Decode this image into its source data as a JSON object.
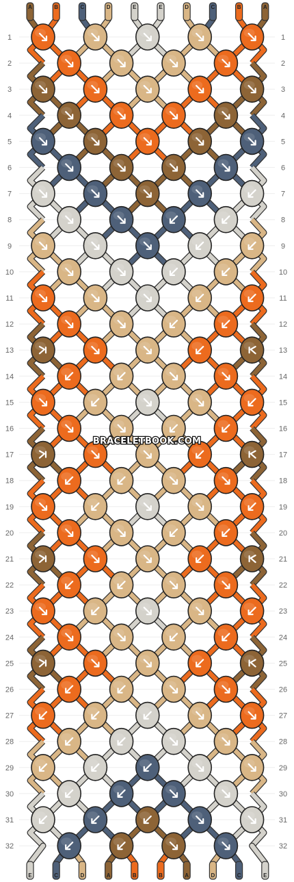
{
  "site_watermark": "BRACELETBOOK.COM",
  "colors": {
    "A": "#8d6436",
    "B": "#ec6b1e",
    "C": "#4e6079",
    "D": "#d9b686",
    "E": "#d4d2cb"
  },
  "top_strands": [
    "A",
    "B",
    "C",
    "D",
    "E",
    "E",
    "D",
    "C",
    "B",
    "A"
  ],
  "bottom_strands": [
    "E",
    "C",
    "D",
    "A",
    "B",
    "B",
    "A",
    "D",
    "C",
    "E"
  ],
  "row_numbers": [
    "1",
    "2",
    "3",
    "4",
    "5",
    "6",
    "7",
    "8",
    "9",
    "10",
    "11",
    "12",
    "13",
    "14",
    "15",
    "16",
    "17",
    "18",
    "19",
    "20",
    "21",
    "22",
    "23",
    "24",
    "25",
    "26",
    "27",
    "28",
    "29",
    "30",
    "31",
    "32"
  ],
  "knot_rows": [
    {
      "row": 1,
      "knots": [
        {
          "color": "B",
          "dir": "dr"
        },
        {
          "color": "D",
          "dir": "dr"
        },
        {
          "color": "E",
          "dir": "dr"
        },
        {
          "color": "D",
          "dir": "dr"
        },
        {
          "color": "B",
          "dir": "dr"
        }
      ]
    },
    {
      "row": 2,
      "knots": [
        {
          "color": "B",
          "dir": "dr"
        },
        {
          "color": "D",
          "dir": "dr"
        },
        {
          "color": "D",
          "dir": "dr"
        },
        {
          "color": "B",
          "dir": "dr"
        }
      ]
    },
    {
      "row": 3,
      "knots": [
        {
          "color": "A",
          "dir": "dr"
        },
        {
          "color": "B",
          "dir": "dr"
        },
        {
          "color": "D",
          "dir": "dr"
        },
        {
          "color": "B",
          "dir": "dr"
        },
        {
          "color": "A",
          "dir": "dr"
        }
      ]
    },
    {
      "row": 4,
      "knots": [
        {
          "color": "A",
          "dir": "dr"
        },
        {
          "color": "B",
          "dir": "dr"
        },
        {
          "color": "B",
          "dir": "dr"
        },
        {
          "color": "A",
          "dir": "dr"
        }
      ]
    },
    {
      "row": 5,
      "knots": [
        {
          "color": "C",
          "dir": "dr"
        },
        {
          "color": "A",
          "dir": "dr"
        },
        {
          "color": "B",
          "dir": "dr"
        },
        {
          "color": "A",
          "dir": "dr"
        },
        {
          "color": "C",
          "dir": "dr"
        }
      ]
    },
    {
      "row": 6,
      "knots": [
        {
          "color": "C",
          "dir": "dr"
        },
        {
          "color": "A",
          "dir": "dr"
        },
        {
          "color": "A",
          "dir": "dr"
        },
        {
          "color": "C",
          "dir": "dr"
        }
      ]
    },
    {
      "row": 7,
      "knots": [
        {
          "color": "E",
          "dir": "dr"
        },
        {
          "color": "C",
          "dir": "dr"
        },
        {
          "color": "A",
          "dir": "dr"
        },
        {
          "color": "C",
          "dir": "dr"
        },
        {
          "color": "E",
          "dir": "dl"
        }
      ]
    },
    {
      "row": 8,
      "knots": [
        {
          "color": "E",
          "dir": "dr"
        },
        {
          "color": "C",
          "dir": "dr"
        },
        {
          "color": "C",
          "dir": "dl"
        },
        {
          "color": "E",
          "dir": "dl"
        }
      ]
    },
    {
      "row": 9,
      "knots": [
        {
          "color": "D",
          "dir": "dr"
        },
        {
          "color": "E",
          "dir": "dr"
        },
        {
          "color": "C",
          "dir": "dr"
        },
        {
          "color": "E",
          "dir": "dl"
        },
        {
          "color": "D",
          "dir": "dl"
        }
      ]
    },
    {
      "row": 10,
      "knots": [
        {
          "color": "D",
          "dir": "dr"
        },
        {
          "color": "E",
          "dir": "dr"
        },
        {
          "color": "E",
          "dir": "dl"
        },
        {
          "color": "D",
          "dir": "dl"
        }
      ]
    },
    {
      "row": 11,
      "knots": [
        {
          "color": "B",
          "dir": "dr"
        },
        {
          "color": "D",
          "dir": "dr"
        },
        {
          "color": "E",
          "dir": "dr"
        },
        {
          "color": "D",
          "dir": "dl"
        },
        {
          "color": "B",
          "dir": "dl"
        }
      ]
    },
    {
      "row": 12,
      "knots": [
        {
          "color": "B",
          "dir": "dr"
        },
        {
          "color": "D",
          "dir": "dr"
        },
        {
          "color": "D",
          "dir": "dl"
        },
        {
          "color": "B",
          "dir": "dl"
        }
      ]
    },
    {
      "row": 13,
      "knots": [
        {
          "color": "A",
          "dir": "r"
        },
        {
          "color": "B",
          "dir": "dr"
        },
        {
          "color": "D",
          "dir": "dr"
        },
        {
          "color": "B",
          "dir": "dl"
        },
        {
          "color": "A",
          "dir": "l"
        }
      ]
    },
    {
      "row": 14,
      "knots": [
        {
          "color": "B",
          "dir": "dl"
        },
        {
          "color": "D",
          "dir": "dl"
        },
        {
          "color": "D",
          "dir": "dr"
        },
        {
          "color": "B",
          "dir": "dr"
        }
      ]
    },
    {
      "row": 15,
      "knots": [
        {
          "color": "B",
          "dir": "dr"
        },
        {
          "color": "D",
          "dir": "dl"
        },
        {
          "color": "E",
          "dir": "dr"
        },
        {
          "color": "D",
          "dir": "dr"
        },
        {
          "color": "B",
          "dir": "dl"
        }
      ]
    },
    {
      "row": 16,
      "knots": [
        {
          "color": "B",
          "dir": "dr"
        },
        {
          "color": "D",
          "dir": "dr"
        },
        {
          "color": "D",
          "dir": "dl"
        },
        {
          "color": "B",
          "dir": "dl"
        }
      ]
    },
    {
      "row": 17,
      "knots": [
        {
          "color": "A",
          "dir": "r"
        },
        {
          "color": "B",
          "dir": "dr"
        },
        {
          "color": "D",
          "dir": "dr"
        },
        {
          "color": "B",
          "dir": "dl"
        },
        {
          "color": "A",
          "dir": "l"
        }
      ]
    },
    {
      "row": 18,
      "knots": [
        {
          "color": "B",
          "dir": "dl"
        },
        {
          "color": "D",
          "dir": "dl"
        },
        {
          "color": "D",
          "dir": "dr"
        },
        {
          "color": "B",
          "dir": "dr"
        }
      ]
    },
    {
      "row": 19,
      "knots": [
        {
          "color": "B",
          "dir": "dr"
        },
        {
          "color": "D",
          "dir": "dl"
        },
        {
          "color": "E",
          "dir": "dr"
        },
        {
          "color": "D",
          "dir": "dr"
        },
        {
          "color": "B",
          "dir": "dl"
        }
      ]
    },
    {
      "row": 20,
      "knots": [
        {
          "color": "B",
          "dir": "dr"
        },
        {
          "color": "D",
          "dir": "dr"
        },
        {
          "color": "D",
          "dir": "dl"
        },
        {
          "color": "B",
          "dir": "dl"
        }
      ]
    },
    {
      "row": 21,
      "knots": [
        {
          "color": "A",
          "dir": "r"
        },
        {
          "color": "B",
          "dir": "dr"
        },
        {
          "color": "D",
          "dir": "dr"
        },
        {
          "color": "B",
          "dir": "dl"
        },
        {
          "color": "A",
          "dir": "l"
        }
      ]
    },
    {
      "row": 22,
      "knots": [
        {
          "color": "B",
          "dir": "dl"
        },
        {
          "color": "D",
          "dir": "dl"
        },
        {
          "color": "D",
          "dir": "dr"
        },
        {
          "color": "B",
          "dir": "dr"
        }
      ]
    },
    {
      "row": 23,
      "knots": [
        {
          "color": "B",
          "dir": "dr"
        },
        {
          "color": "D",
          "dir": "dl"
        },
        {
          "color": "E",
          "dir": "dr"
        },
        {
          "color": "D",
          "dir": "dr"
        },
        {
          "color": "B",
          "dir": "dl"
        }
      ]
    },
    {
      "row": 24,
      "knots": [
        {
          "color": "B",
          "dir": "dr"
        },
        {
          "color": "D",
          "dir": "dr"
        },
        {
          "color": "D",
          "dir": "dl"
        },
        {
          "color": "B",
          "dir": "dl"
        }
      ]
    },
    {
      "row": 25,
      "knots": [
        {
          "color": "A",
          "dir": "r"
        },
        {
          "color": "B",
          "dir": "dr"
        },
        {
          "color": "D",
          "dir": "dr"
        },
        {
          "color": "B",
          "dir": "dl"
        },
        {
          "color": "A",
          "dir": "l"
        }
      ]
    },
    {
      "row": 26,
      "knots": [
        {
          "color": "B",
          "dir": "dl"
        },
        {
          "color": "D",
          "dir": "dl"
        },
        {
          "color": "D",
          "dir": "dr"
        },
        {
          "color": "B",
          "dir": "dr"
        }
      ]
    },
    {
      "row": 27,
      "knots": [
        {
          "color": "B",
          "dir": "dl"
        },
        {
          "color": "D",
          "dir": "dl"
        },
        {
          "color": "E",
          "dir": "dl"
        },
        {
          "color": "D",
          "dir": "dr"
        },
        {
          "color": "B",
          "dir": "dr"
        }
      ]
    },
    {
      "row": 28,
      "knots": [
        {
          "color": "D",
          "dir": "dl"
        },
        {
          "color": "E",
          "dir": "dl"
        },
        {
          "color": "E",
          "dir": "dr"
        },
        {
          "color": "D",
          "dir": "dr"
        }
      ]
    },
    {
      "row": 29,
      "knots": [
        {
          "color": "D",
          "dir": "dl"
        },
        {
          "color": "E",
          "dir": "dl"
        },
        {
          "color": "C",
          "dir": "dl"
        },
        {
          "color": "E",
          "dir": "dr"
        },
        {
          "color": "D",
          "dir": "dr"
        }
      ]
    },
    {
      "row": 30,
      "knots": [
        {
          "color": "E",
          "dir": "dl"
        },
        {
          "color": "C",
          "dir": "dl"
        },
        {
          "color": "C",
          "dir": "dr"
        },
        {
          "color": "E",
          "dir": "dr"
        }
      ]
    },
    {
      "row": 31,
      "knots": [
        {
          "color": "E",
          "dir": "dl"
        },
        {
          "color": "C",
          "dir": "dl"
        },
        {
          "color": "A",
          "dir": "dl"
        },
        {
          "color": "C",
          "dir": "dr"
        },
        {
          "color": "E",
          "dir": "dr"
        }
      ]
    },
    {
      "row": 32,
      "knots": [
        {
          "color": "C",
          "dir": "dl"
        },
        {
          "color": "A",
          "dir": "dl"
        },
        {
          "color": "A",
          "dir": "dr"
        },
        {
          "color": "C",
          "dir": "dr"
        }
      ]
    }
  ]
}
